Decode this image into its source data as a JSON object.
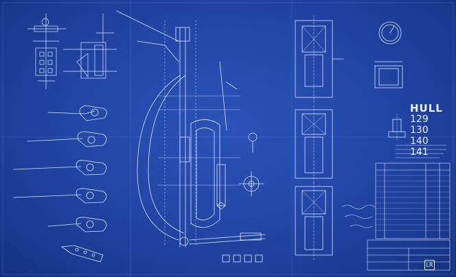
{
  "drawing": {
    "hull_label": "HULL",
    "hull_numbers": [
      "129",
      "130",
      "140",
      "141"
    ],
    "logo_letters": "LR"
  },
  "colors": {
    "blueprint_background": "#2247a8",
    "line_color": "#dfe8ff"
  }
}
